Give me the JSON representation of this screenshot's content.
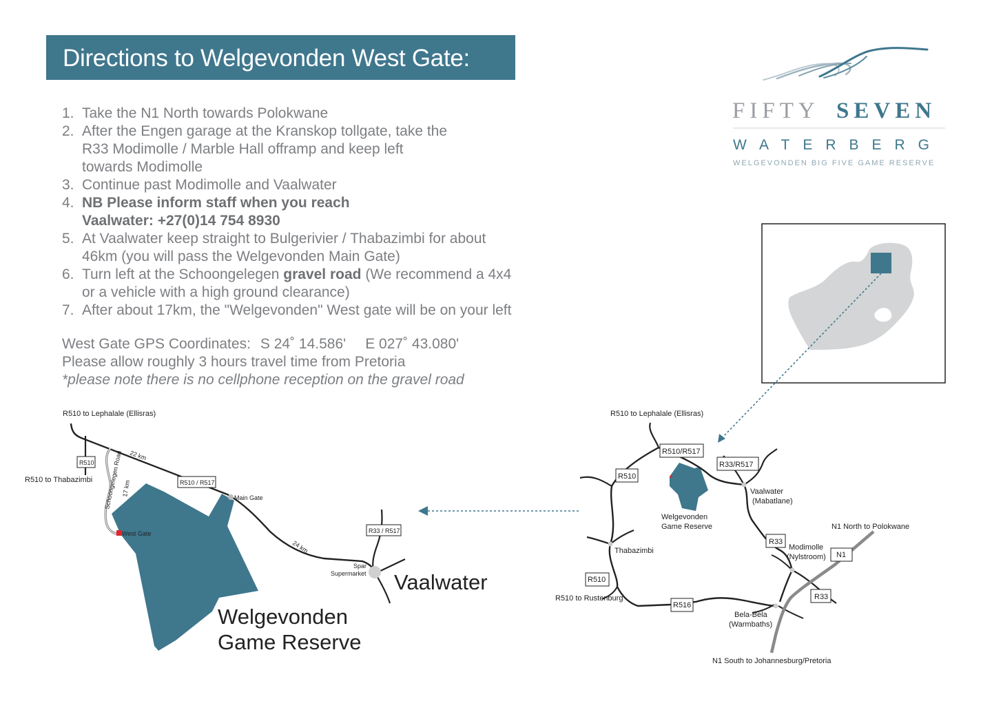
{
  "title": "Directions to Welgevonden West Gate:",
  "steps": [
    {
      "num": "1.",
      "lines": [
        "Take the N1 North towards Polokwane"
      ]
    },
    {
      "num": "2.",
      "lines": [
        "After the Engen garage at the Kranskop tollgate, take the",
        "R33 Modimolle / Marble Hall offramp and keep left",
        "towards Modimolle"
      ]
    },
    {
      "num": "3.",
      "lines": [
        "Continue past Modimolle and Vaalwater"
      ]
    },
    {
      "num": "4.",
      "bold_lines": [
        "NB Please inform staff when you reach",
        "Vaalwater: +27(0)14 754 8930"
      ]
    },
    {
      "num": "5.",
      "lines": [
        "At Vaalwater keep straight to Bulgerivier / Thabazimbi for about",
        "46km (you will pass the Welgevonden Main Gate)"
      ]
    },
    {
      "num": "6.",
      "parts": [
        "Turn left at the Schoongelegen ",
        "gravel road",
        " (We recommend a 4x4"
      ],
      "line2": "or a vehicle with a high ground clearance)"
    },
    {
      "num": "7.",
      "lines": [
        "After about 17km, the \"Welgevonden\" West gate will be on your left"
      ]
    }
  ],
  "gps": {
    "label": "West Gate GPS Coordinates:",
    "south": "S 24˚ 14.586'",
    "east": "E 027˚ 43.080'"
  },
  "travel_note": "Please allow roughly 3 hours travel time from Pretoria",
  "reception_note": "*please note there is no cellphone reception on the gravel road",
  "logo": {
    "word1": "FIFTY",
    "word2": "SEVEN",
    "sub": "WATERBERG",
    "tagline": "WELGEVONDEN BIG FIVE GAME RESERVE"
  },
  "colors": {
    "accent": "#3f778d",
    "text": "#7c7e82",
    "road": "#222222",
    "gravel": "#888888",
    "country": "#d4d5d6",
    "west_gate": "#e3262b",
    "highway": "#8a8a8a"
  },
  "local_map": {
    "labels": {
      "r510_north": "R510 to Lephalale (Ellisras)",
      "r510_badge": "R510",
      "r510_thabazimbi": "R510 to Thabazimbi",
      "km22": "22 km",
      "schoongelegen": "Schoongelegen Road",
      "km17": "17 km",
      "r510_r517": "R510 / R517",
      "main_gate": "Main Gate",
      "west_gate": "West Gate",
      "km24": "24 km",
      "r33_r517": "R33 / R517",
      "spar_1": "Spar",
      "spar_2": "Supermarket",
      "vaalwater": "Vaalwater",
      "reserve_1": "Welgevonden",
      "reserve_2": "Game Reserve"
    }
  },
  "regional_map": {
    "labels": {
      "r510_north": "R510 to Lephalale (Ellisras)",
      "r510_r517": "R510/R517",
      "r33_r517": "R33/R517",
      "r510_a": "R510",
      "vaalwater_1": "Vaalwater",
      "vaalwater_2": "(Mabatlane)",
      "reserve_1": "Welgevonden",
      "reserve_2": "Game Reserve",
      "thabazimbi": "Thabazimbi",
      "r33_a": "R33",
      "modimolle_1": "Modimolle",
      "modimolle_2": "(Nylstroom)",
      "n1_north": "N1 North to Polokwane",
      "n1": "N1",
      "r510_b": "R510",
      "r510_rustenburg": "R510 to Rustenburg",
      "r33_b": "R33",
      "r516": "R516",
      "belabela_1": "Bela-Bela",
      "belabela_2": "(Warmbaths)",
      "n1_south": "N1 South to Johannesburg/Pretoria"
    }
  }
}
